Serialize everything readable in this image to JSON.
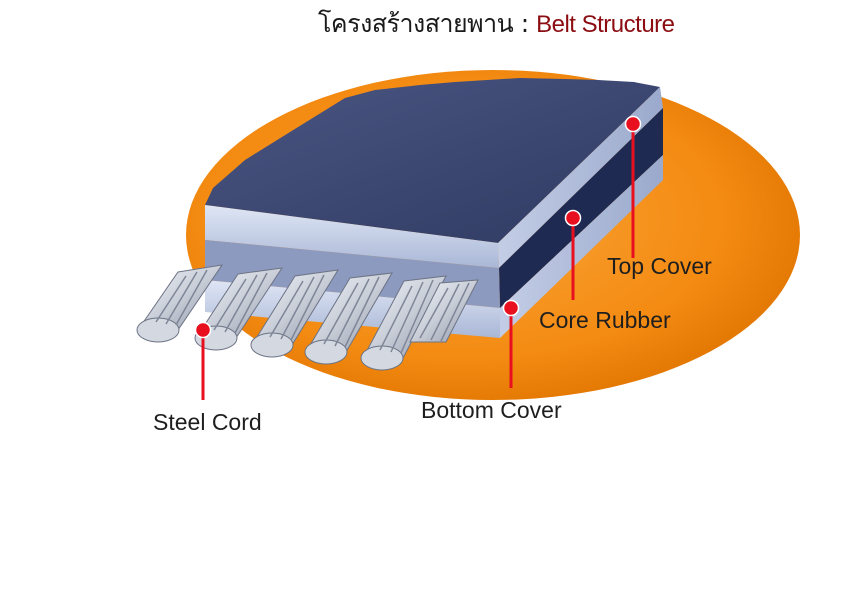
{
  "title": {
    "thai": "โครงสร้างสายพาน",
    "separator": " : ",
    "english": "Belt Structure"
  },
  "labels": {
    "top_cover": "Top Cover",
    "core_rubber": "Core Rubber",
    "bottom_cover": "Bottom Cover",
    "steel_cord": "Steel Cord"
  },
  "colors": {
    "background_ellipse": "#f48b12",
    "top_surface": "#3e4a72",
    "cover_layer": "#c9d3ea",
    "core_layer": "#1f2a52",
    "marker": "#e8101e",
    "title_english": "#8b0d12"
  }
}
